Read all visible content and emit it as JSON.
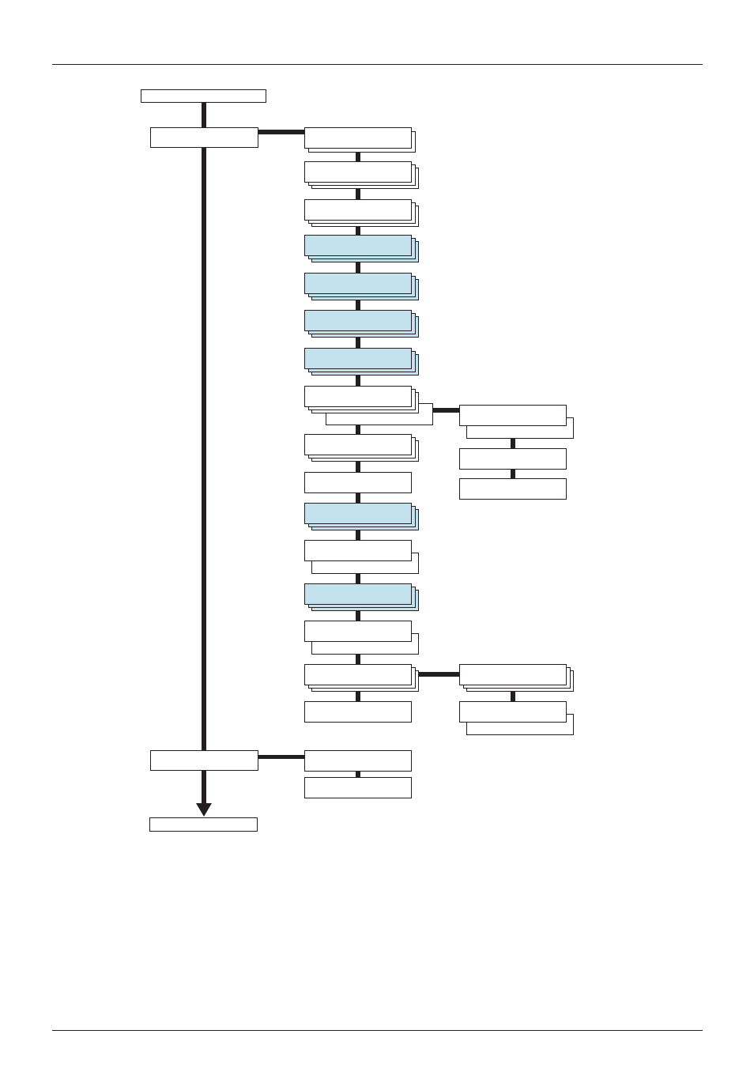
{
  "colors": {
    "line": "#231f20",
    "box_fill": "#ffffff",
    "highlight_fill": "#c4e2ee",
    "rule": "#222222"
  },
  "main_flow": [
    {
      "id": "start",
      "label": ""
    },
    {
      "id": "step-1",
      "label": ""
    },
    {
      "id": "step-2",
      "label": ""
    },
    {
      "id": "end",
      "label": ""
    }
  ],
  "branch_1": {
    "items": [
      {
        "label": "",
        "stack": 2,
        "highlight": false
      },
      {
        "label": "",
        "stack": 3,
        "highlight": false
      },
      {
        "label": "",
        "stack": 3,
        "highlight": false
      },
      {
        "label": "",
        "stack": 3,
        "highlight": true
      },
      {
        "label": "",
        "stack": 3,
        "highlight": true
      },
      {
        "label": "",
        "stack": 3,
        "highlight": true
      },
      {
        "label": "",
        "stack": 3,
        "highlight": true
      },
      {
        "label": "",
        "stack": 3,
        "highlight": false
      },
      {
        "label": "",
        "stack": 3,
        "highlight": false
      },
      {
        "label": "",
        "stack": 1,
        "highlight": false
      },
      {
        "label": "",
        "stack": 3,
        "highlight": true
      },
      {
        "label": "",
        "stack": 2,
        "highlight": false
      },
      {
        "label": "",
        "stack": 3,
        "highlight": true
      },
      {
        "label": "",
        "stack": 2,
        "highlight": false
      },
      {
        "label": "",
        "stack": 3,
        "highlight": false
      },
      {
        "label": "",
        "stack": 1,
        "highlight": false
      }
    ],
    "sub_branch_a": [
      {
        "label": "",
        "stack": 2
      },
      {
        "label": "",
        "stack": 1
      },
      {
        "label": "",
        "stack": 1
      }
    ],
    "sub_branch_b": [
      {
        "label": "",
        "stack": 3
      },
      {
        "label": "",
        "stack": 2
      }
    ]
  },
  "branch_2": {
    "items": [
      {
        "label": "",
        "stack": 1
      },
      {
        "label": "",
        "stack": 1
      }
    ]
  }
}
